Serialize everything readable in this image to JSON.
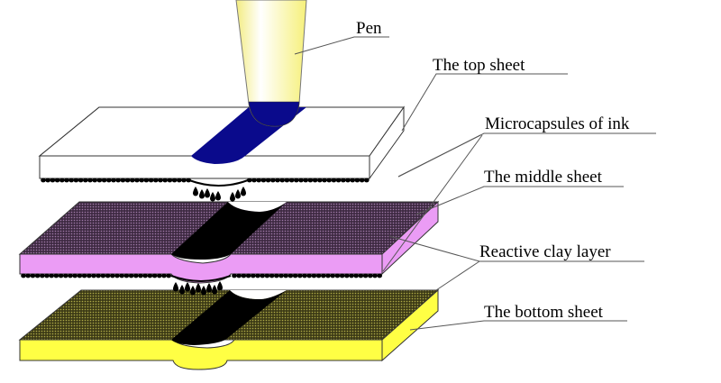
{
  "diagram": {
    "title": "Carbonless copy paper structure",
    "labels": {
      "pen": "Pen",
      "top_sheet": "The top sheet",
      "microcapsules": "Microcapsules of ink",
      "middle_sheet": "The middle sheet",
      "clay_layer": "Reactive clay layer",
      "bottom_sheet": "The bottom sheet"
    },
    "colors": {
      "pen_body": "#fff9a8",
      "pen_tip": "#0a0a8c",
      "top_sheet": "#ffffff",
      "middle_sheet": "#eb9cf5",
      "middle_surface": "#5a3e5e",
      "bottom_sheet": "#ffff44",
      "bottom_surface": "#5c5a2a",
      "ink": "#000000"
    }
  }
}
